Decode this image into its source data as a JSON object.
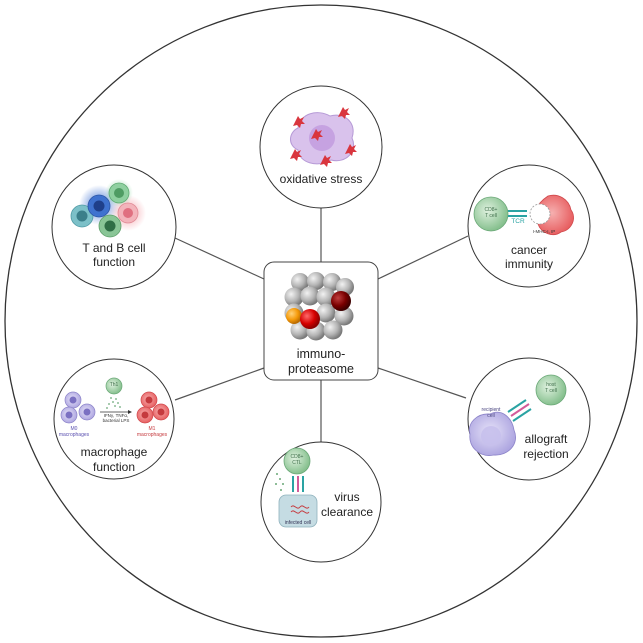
{
  "center": {
    "line1": "immuno-",
    "line2": "proteasome"
  },
  "nodes": {
    "oxidative": {
      "label": "oxidative stress"
    },
    "cancer": {
      "line1": "cancer",
      "line2": "immunity",
      "cd8_l1": "CD8+",
      "cd8_l2": "T cell",
      "tcr": "TCR",
      "mhc": "I-MHC-I, IP"
    },
    "allograft": {
      "line1": "allograft",
      "line2": "rejection",
      "tcell_l1": "host",
      "tcell_l2": "T cell",
      "recipient_l1": "recipient",
      "recipient_l2": "cell"
    },
    "virus": {
      "line1": "virus",
      "line2": "clearance",
      "ctl_l1": "CD8+",
      "ctl_l2": "CTL",
      "infected": "infected cell"
    },
    "macrophage": {
      "line1": "macrophage",
      "line2": "function",
      "th": "Th1",
      "cytokines_l1": "IFNγ, TNFα,",
      "cytokines_l2": "bacterial LPS",
      "m0_l1": "M0",
      "m0_l2": "macrophages",
      "m1_l1": "M1",
      "m1_l2": "macrophages"
    },
    "tb": {
      "line1": "T and B cell",
      "line2": "function"
    }
  },
  "colors": {
    "outline": "#333333",
    "connector": "#555555",
    "red": "#d9363e",
    "green": "#7fbf8a",
    "purple": "#9b8fd6",
    "teal": "#2aa3a3"
  }
}
